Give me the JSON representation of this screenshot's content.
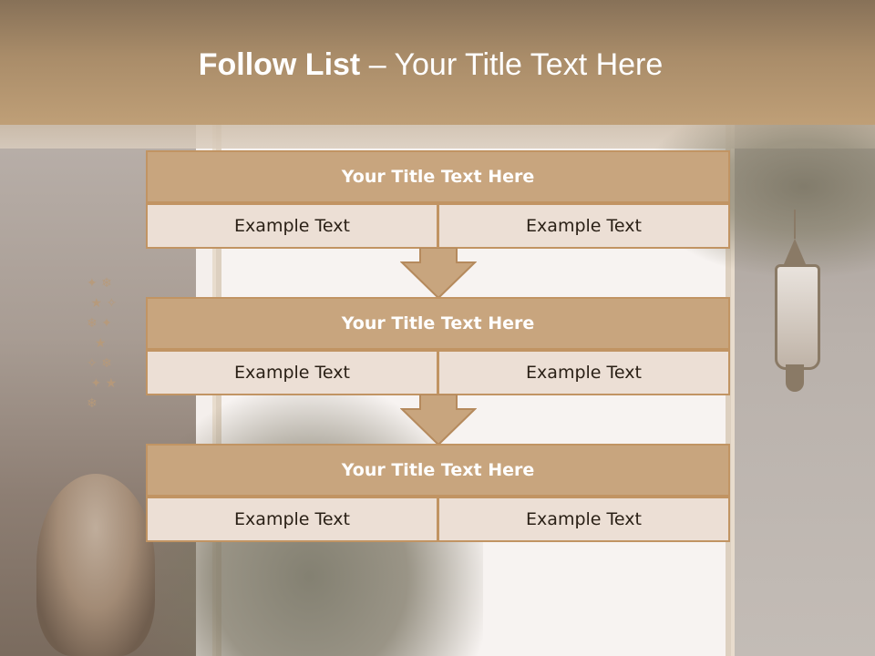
{
  "header": {
    "title_strong": "Follow List",
    "title_rest": " – Your Title Text Here"
  },
  "steps": [
    {
      "title": "Your Title Text Here",
      "left": "Example Text",
      "right": "Example Text"
    },
    {
      "title": "Your Title Text Here",
      "left": "Example Text",
      "right": "Example Text"
    },
    {
      "title": "Your Title Text Here",
      "left": "Example Text",
      "right": "Example Text"
    }
  ],
  "colors": {
    "title_bar": "#a98c69",
    "block_header": "#c8a57e",
    "block_border": "#c19463",
    "cell_fill": "#ecdfd5"
  },
  "icons": [
    "down-arrow-icon",
    "down-arrow-icon"
  ]
}
